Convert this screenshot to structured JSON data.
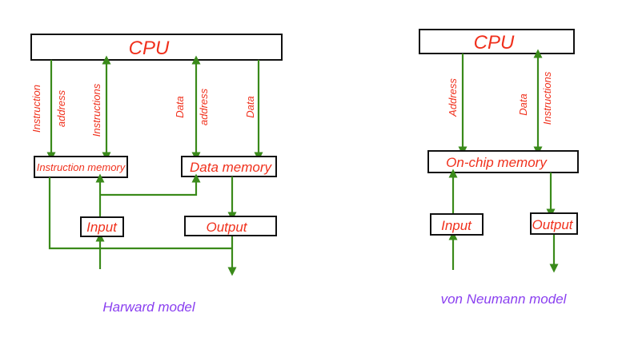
{
  "harvard": {
    "caption": "Harward model",
    "cpu": "CPU",
    "instruction_memory": "Instruction memory",
    "data_memory": "Data memory",
    "input": "Input",
    "output": "Output",
    "bus_labels": {
      "instruction_address_1": "Instruction",
      "instruction_address_2": "address",
      "instructions": "Instructions",
      "data_address_1": "Data",
      "data_address_2": "address",
      "data": "Data"
    }
  },
  "von_neumann": {
    "caption": "von Neumann model",
    "cpu": "CPU",
    "memory": "On-chip memory",
    "input": "Input",
    "output": "Output",
    "bus_labels": {
      "address": "Address",
      "data": "Data",
      "instructions": "Instructions"
    }
  },
  "colors": {
    "wire": "#3a8a1a",
    "label": "#f0301c",
    "caption": "#8a3ff0",
    "border": "#111111"
  }
}
